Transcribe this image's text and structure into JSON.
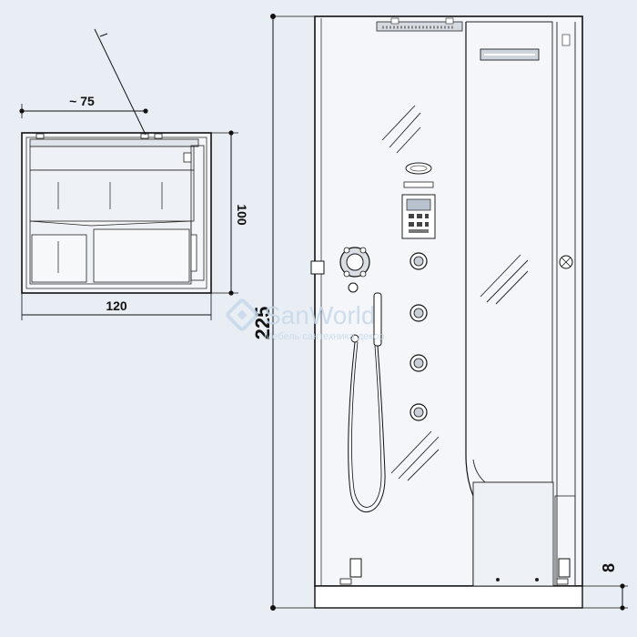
{
  "plan_view": {
    "opening_label": "~ 75",
    "width_label": "120",
    "depth_label": "100"
  },
  "front_view": {
    "height_label": "225",
    "tray_height_label": "8"
  },
  "watermark": {
    "brand": "SanWorld",
    "tagline": "Мебель сантехника декор"
  },
  "colors": {
    "background": "#e9eef4",
    "line": "#111111",
    "glass": "#f4f6f9",
    "watermark": "#c7d8ea"
  }
}
